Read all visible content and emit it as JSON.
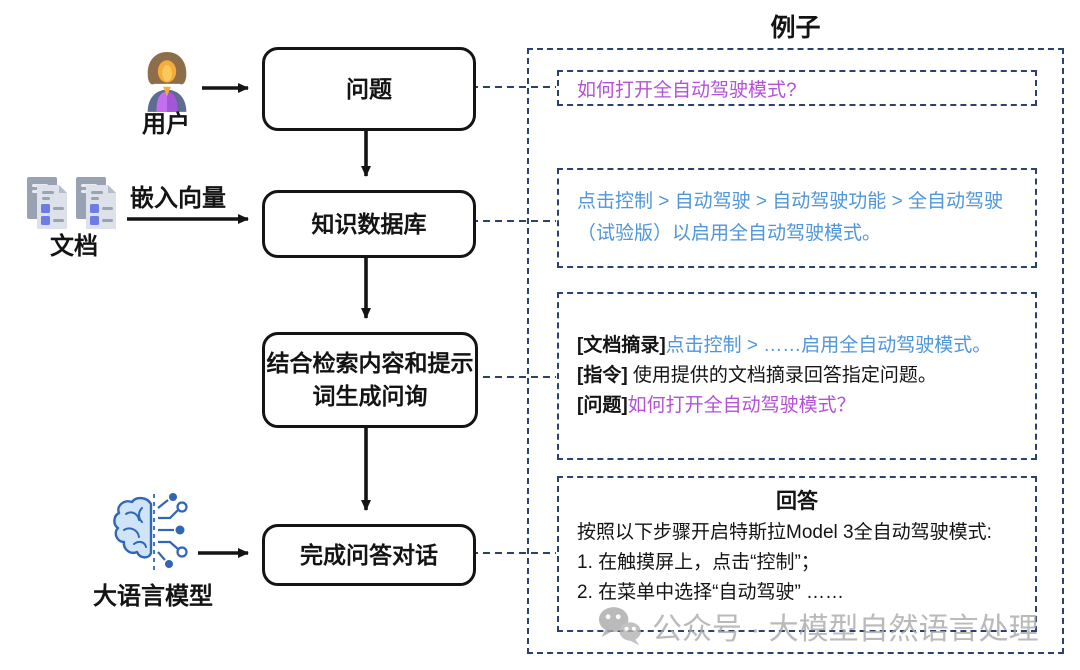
{
  "title": "例子",
  "flow": {
    "nodes": {
      "question": "问题",
      "kb": "知识数据库",
      "combine": "结合检索内容和提示词生成问询",
      "complete": "完成问答对话"
    },
    "actors": {
      "user": "用户",
      "docs": "文档",
      "llm": "大语言模型"
    },
    "edge_label": "嵌入向量"
  },
  "example": {
    "question": "如何打开全自动驾驶模式?",
    "retrieved": "点击控制 > 自动驾驶 > 自动驾驶功能 > 全自动驾驶（试验版）以启用全自动驾驶模式。",
    "prompt": {
      "doc_tag": "[文档摘录]",
      "doc_text": "点击控制 > ……启用全自动驾驶模式。",
      "inst_tag": "[指令]",
      "inst_text": " 使用提供的文档摘录回答指定问题。",
      "q_tag": "[问题]",
      "q_text": "如何打开全自动驾驶模式？"
    },
    "answer": {
      "title": "回答",
      "line1": "按照以下步骤开启特斯拉Model 3全自动驾驶模式:",
      "line2": "1. 在触摸屏上，点击“控制”；",
      "line3": "2. 在菜单中选择“自动驾驶” ……"
    }
  },
  "watermark": "公众号 · 大模型自然语言处理",
  "colors": {
    "dashed_border": "#2c4170",
    "blue_text": "#4f96da",
    "purple_text": "#b451d9",
    "ink": "#141414",
    "watermark_gray": "#a9a9a9"
  }
}
